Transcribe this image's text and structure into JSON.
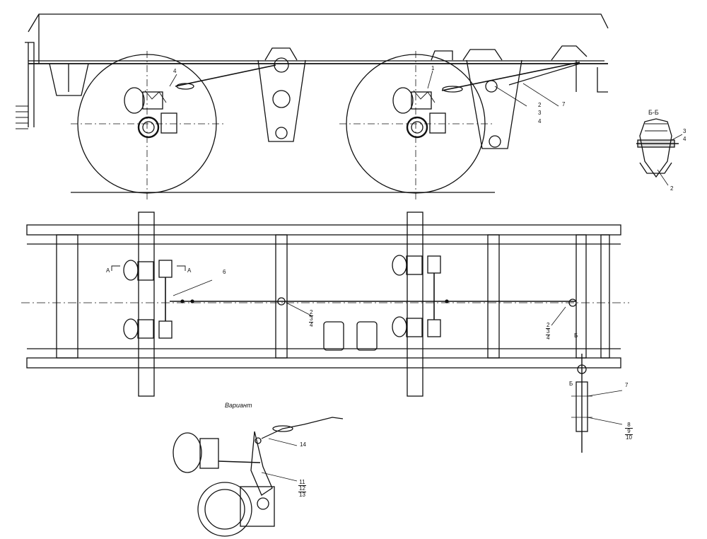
{
  "top_view": {
    "callout_4": "4",
    "callout_1": "1",
    "callout_2": "2",
    "callout_3": "3",
    "callout_4b": "4",
    "callout_7": "7"
  },
  "section_bb": {
    "title": "Б-Б",
    "callout_3": "3",
    "callout_4": "4",
    "callout_2": "2"
  },
  "plan_view": {
    "callout_6": "6",
    "section_mark_a_left": "А",
    "section_mark_a_right": "А",
    "stack_mid": [
      "2",
      "3",
      "4"
    ],
    "stack_right": [
      "2",
      "3",
      "4"
    ],
    "section_mark_b_top": "Б",
    "section_mark_b_bottom": "Б",
    "callout_7": "7",
    "stack_bottom": [
      "8",
      "9",
      "10"
    ]
  },
  "variant": {
    "caption": "Вариант",
    "callout_14": "14",
    "stack": [
      "11",
      "12",
      "13"
    ]
  }
}
